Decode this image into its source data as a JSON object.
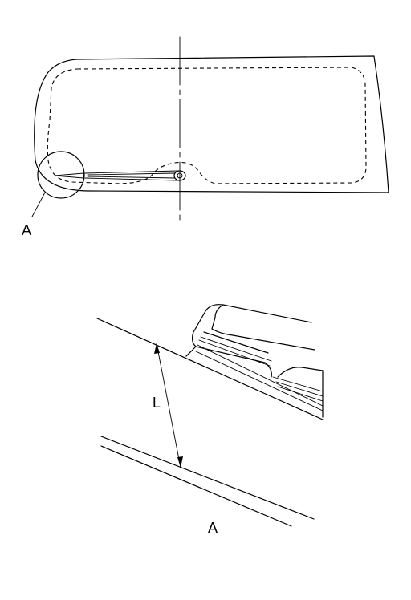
{
  "labels": {
    "top_detail_callout": "A",
    "dimension": "L",
    "bottom_detail_title": "A"
  }
}
